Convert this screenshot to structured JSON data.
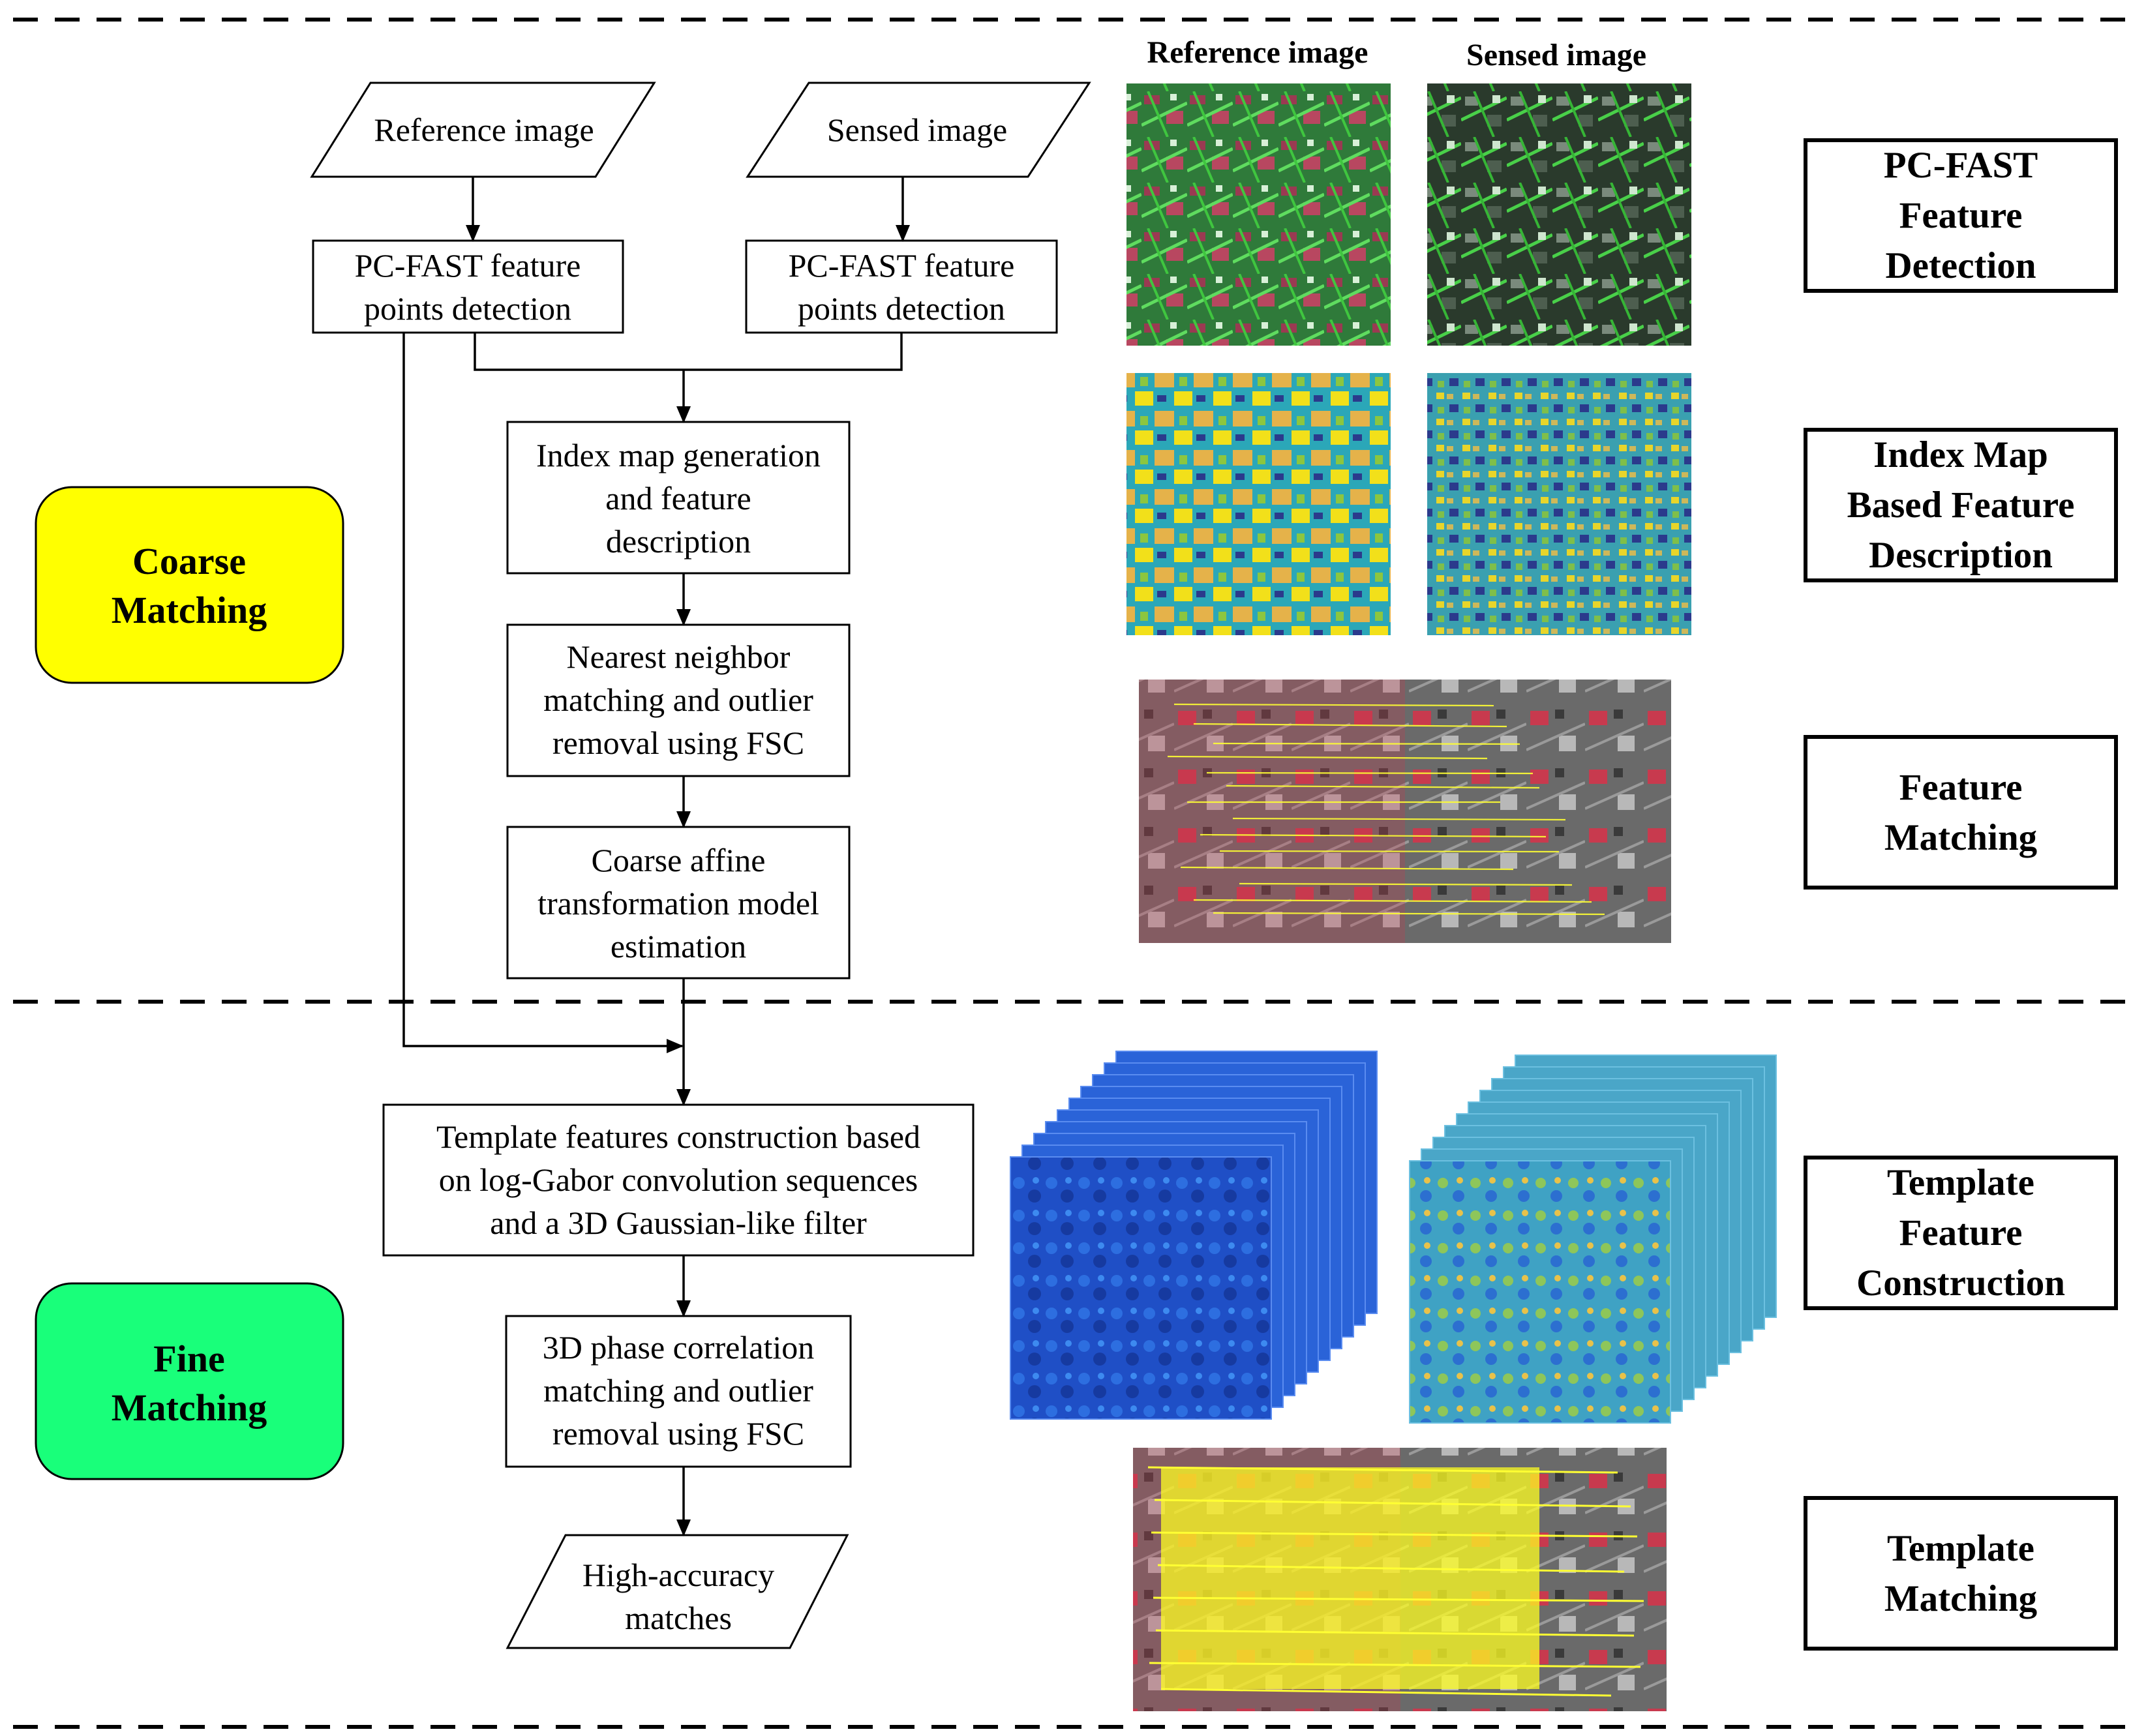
{
  "headers": {
    "reference_image": "Reference image",
    "sensed_image": "Sensed image"
  },
  "stages": {
    "coarse": {
      "lines": [
        "Coarse",
        "Matching"
      ],
      "color": "#ffff00"
    },
    "fine": {
      "lines": [
        "Fine",
        "Matching"
      ],
      "color": "#19ff7a"
    }
  },
  "flow": {
    "input_reference": "Reference image",
    "input_sensed": "Sensed image",
    "detect_reference": [
      "PC-FAST feature",
      "points detection"
    ],
    "detect_sensed": [
      "PC-FAST feature",
      "points detection"
    ],
    "index_map": [
      "Index map generation",
      "and feature",
      "description"
    ],
    "nn_matching": [
      "Nearest neighbor",
      "matching and outlier",
      "removal using FSC"
    ],
    "coarse_affine": [
      "Coarse affine",
      "transformation model",
      "estimation"
    ],
    "template_features": [
      "Template features construction based",
      "on log-Gabor convolution sequences",
      "and a 3D Gaussian-like filter"
    ],
    "phase_correlation": [
      "3D phase correlation",
      "matching and outlier",
      "removal using FSC"
    ],
    "output": [
      "High-accuracy",
      "matches"
    ]
  },
  "step_labels": {
    "pcfast_detection": [
      "PC-FAST",
      "Feature",
      "Detection"
    ],
    "index_map_description": [
      "Index Map",
      "Based Feature",
      "Description"
    ],
    "feature_matching": [
      "Feature",
      "Matching"
    ],
    "template_feature_construction": [
      "Template",
      "Feature",
      "Construction"
    ],
    "template_matching": [
      "Template",
      "Matching"
    ]
  },
  "colors": {
    "match_line": "#ffff33",
    "feature_point": "#33dd33",
    "false_color_red": "#c83a4e"
  }
}
